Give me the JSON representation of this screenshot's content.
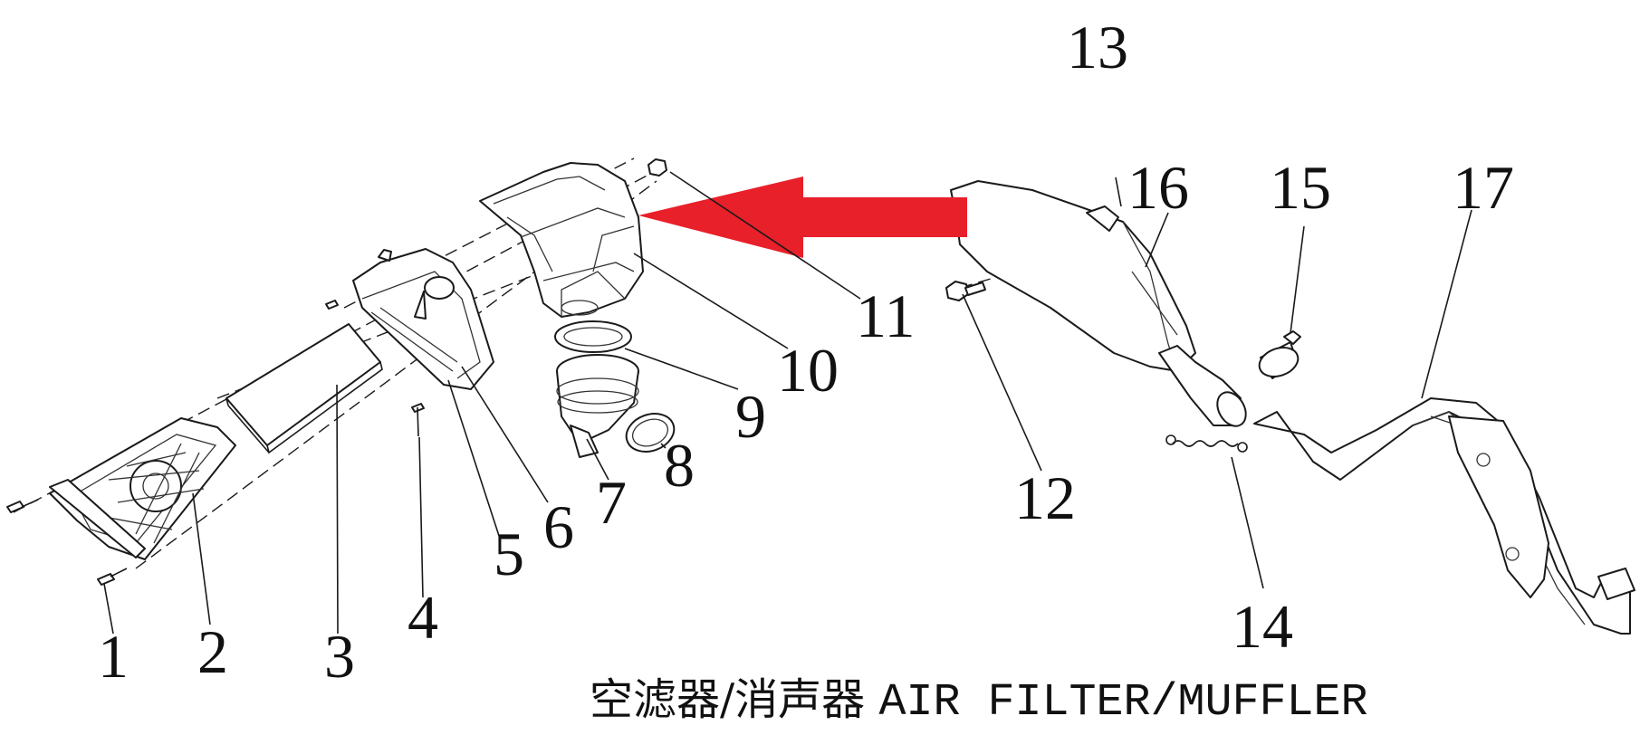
{
  "title": {
    "chinese": "空滤器/消声器",
    "english": "AIR FILTER/MUFFLER"
  },
  "part_numbers": [
    "1",
    "2",
    "3",
    "4",
    "5",
    "6",
    "7",
    "8",
    "9",
    "10",
    "11",
    "12",
    "13",
    "14",
    "15",
    "16",
    "17"
  ],
  "arrow": {
    "color": "#e8202a",
    "direction": "left"
  }
}
